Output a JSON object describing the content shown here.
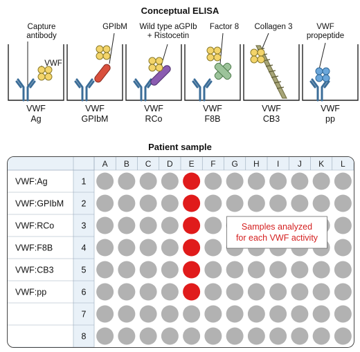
{
  "title_top": "Conceptual ELISA",
  "title_bottom": "Patient sample",
  "callouts": {
    "capture": [
      "Capture",
      "antibody"
    ],
    "vwf": "VWF",
    "gpibm": "GPIbM",
    "wildtype": [
      "Wild type aGPIb",
      "+ Ristocetin"
    ],
    "factor8": "Factor 8",
    "collagen": "Collagen 3",
    "propeptide": [
      "VWF",
      "propeptide"
    ]
  },
  "assays": [
    {
      "top": "VWF",
      "bottom": "Ag"
    },
    {
      "top": "VWF",
      "bottom": "GPIbM"
    },
    {
      "top": "VWF",
      "bottom": "RCo"
    },
    {
      "top": "VWF",
      "bottom": "F8B"
    },
    {
      "top": "VWF",
      "bottom": "CB3"
    },
    {
      "top": "VWF",
      "bottom": "pp"
    }
  ],
  "plate": {
    "columns": [
      "A",
      "B",
      "C",
      "D",
      "E",
      "F",
      "G",
      "H",
      "I",
      "J",
      "K",
      "L"
    ],
    "rows": [
      "1",
      "2",
      "3",
      "4",
      "5",
      "6",
      "7",
      "8"
    ],
    "row_labels": [
      "VWF:Ag",
      "VWF:GPIbM",
      "VWF:RCo",
      "VWF:F8B",
      "VWF:CB3",
      "VWF:pp",
      "",
      ""
    ],
    "highlighted_column": "E",
    "highlighted_rows": [
      "1",
      "2",
      "3",
      "4",
      "5",
      "6"
    ],
    "note": [
      "Samples analyzed",
      "for each VWF activity"
    ]
  },
  "colors": {
    "well_gray": "#b2b2b2",
    "well_red": "#e01b1b",
    "antibody_blue": "#3b6d98",
    "yellow": "#f3d46a",
    "note_red": "#d42020",
    "header_fill": "#e9f1f8",
    "gpibm_red": "#d9503d",
    "rco_purple": "#8a5bb0",
    "f8_green": "#9cc39a",
    "collagen": "#a7a577",
    "pp_blue": "#6aa6da"
  }
}
